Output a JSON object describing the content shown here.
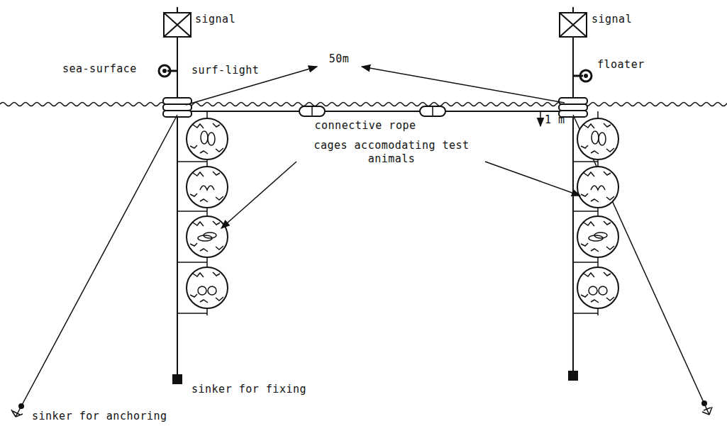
{
  "diagram": {
    "labels": [
      "signal",
      "signal",
      "surf-light",
      "50m",
      "sea-surface",
      "floater",
      "connective rope",
      "1 m",
      "cages accomodating test animals",
      "sinker for fixing",
      "sinker for anchoring"
    ]
  }
}
